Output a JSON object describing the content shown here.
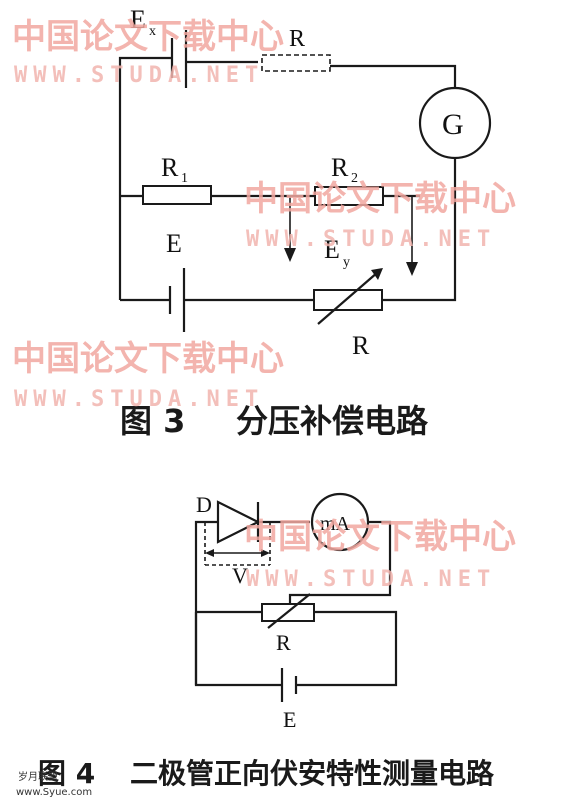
{
  "fig3": {
    "caption_number": "图 3",
    "caption_title": "分压补偿电路",
    "labels": {
      "ex": "E",
      "ex_sub": "x",
      "r": "R",
      "g": "G",
      "r1": "R",
      "r1_sub": "1",
      "r2": "R",
      "r2_sub": "2",
      "e": "E",
      "ey": "E",
      "ey_sub": "y"
    }
  },
  "fig4": {
    "caption_number": "图 4",
    "caption_title": "二极管正向伏安特性测量电路",
    "labels": {
      "d": "D",
      "ma": "mA",
      "v": "V",
      "r": "R",
      "e": "E"
    }
  },
  "watermark": {
    "cn": "中国论文下载中心",
    "url": "WWW.STUDA.NET"
  },
  "footer": {
    "left": "岁月联盟",
    "url": "www.Syue.com"
  }
}
